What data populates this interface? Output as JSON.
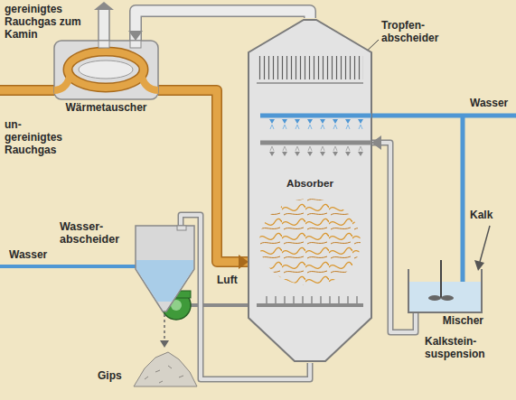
{
  "diagram": {
    "nodes": [
      {
        "text": [
          "Wärmetauscher"
        ]
      },
      {
        "text": [
          "Absorber"
        ]
      },
      {
        "text": [
          "Wasser- abscheider"
        ]
      },
      {
        "text": [
          "Mischer"
        ]
      }
    ],
    "edges": [
      {
        "from": 0,
        "to": 1,
        "arrow": "to"
      },
      {
        "from": 1,
        "to": 0,
        "arrow": "to"
      },
      {
        "from": 3,
        "to": 1,
        "arrow": "to"
      },
      {
        "from": 1,
        "to": 2,
        "arrow": "none"
      }
    ],
    "labels": [
      "gereinigtes Rauchgas zum Kamin",
      "un- gereinigtes Rauchgas",
      "Tropfen- abscheider",
      "Wasser",
      "Kalk",
      "Kalkstein- suspension",
      "Luft",
      "Wasser",
      "Gips"
    ]
  }
}
